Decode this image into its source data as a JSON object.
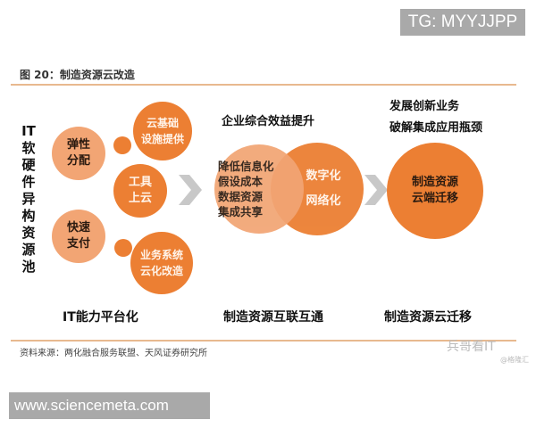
{
  "watermarks": {
    "top_badge": "TG: MYYJJPP",
    "bottom_badge": "www.sciencemeta.com",
    "wechat": "兵哥看IT",
    "gelonghui": "@格隆汇"
  },
  "figure": {
    "title": "图 20：制造资源云改造",
    "source": "资料来源：两化融合服务联盟、天风证券研究所"
  },
  "stage1": {
    "vertical_label": "IT\n软\n硬\n件\n异\n构\n资\n源\n池",
    "circles": [
      {
        "text": "弹性\n分配"
      },
      {
        "text": "快速\n支付"
      },
      {
        "text": "云基础\n设施提供"
      },
      {
        "text": "工具\n上云"
      },
      {
        "text": "业务系统\n云化改造"
      }
    ],
    "label": "IT能力平台化"
  },
  "stage2": {
    "heading": "企业综合效益提升",
    "left_circle": {
      "text": "降低信息化\n假设成本\n数据资源\n集成共享"
    },
    "right_circle": {
      "text": "数字化\n\n网络化"
    },
    "label": "制造资源互联互通"
  },
  "stage3": {
    "heading_line1": "发展创新业务",
    "heading_line2": "破解集成应用瓶颈",
    "circle": {
      "text": "制造资源\n云端迁移"
    },
    "label": "制造资源云迁移"
  },
  "colors": {
    "light_orange": "#f2a574",
    "dark_orange": "#ec7f33",
    "rule": "#e8b98f",
    "chevron": "#c8c8c8"
  }
}
